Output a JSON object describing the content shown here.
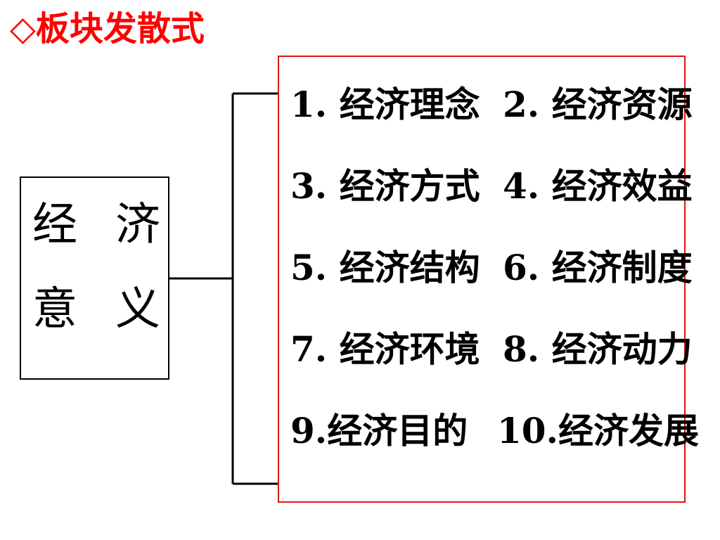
{
  "title": "◇板块发散式",
  "topic": {
    "chars": [
      "经",
      "济",
      "意",
      "义"
    ]
  },
  "items": [
    "1. 经济理念",
    "2. 经济资源",
    "3. 经济方式",
    "4. 经济效益",
    "5. 经济结构",
    "6. 经济制度",
    "7. 经济环境",
    "8. 经济动力",
    "9.经济目的",
    "10.经济发展"
  ],
  "colors": {
    "title": "#ff0000",
    "frame": "#e01515",
    "text": "#000000"
  }
}
